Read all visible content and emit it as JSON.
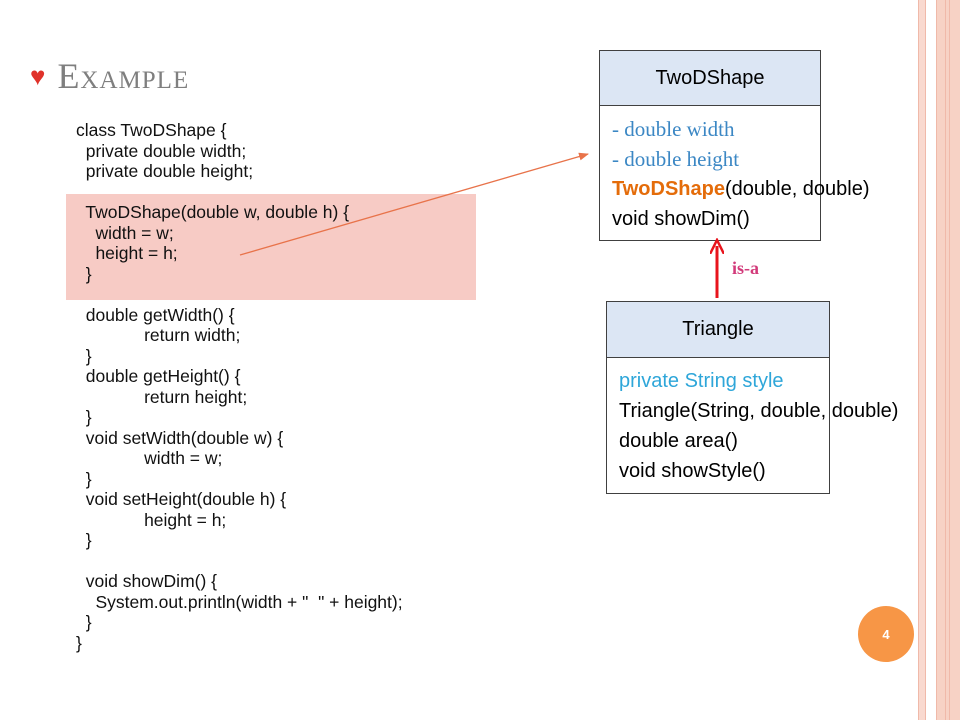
{
  "slide": {
    "title": "Example",
    "page_number": "4"
  },
  "code": {
    "lines": [
      "class TwoDShape {",
      "  private double width;",
      "  private double height;",
      "",
      "  TwoDShape(double w, double h) {",
      "    width = w;",
      "    height = h;",
      "  }",
      "",
      "  double getWidth() {",
      "              return width;",
      "  }",
      "  double getHeight() {",
      "              return height;",
      "  }",
      "  void setWidth(double w) {",
      "              width = w;",
      "  }",
      "  void setHeight(double h) {",
      "              height = h;",
      "  }",
      "",
      "  void showDim() {",
      "    System.out.println(width + \"  \" + height);",
      "  }",
      "}"
    ]
  },
  "uml": {
    "twodshape": {
      "name": "TwoDShape",
      "attr1": "- double width",
      "attr2": "- double height",
      "ctor_name": "TwoDShape",
      "ctor_params": "(double, double)",
      "method": "void showDim()"
    },
    "triangle": {
      "name": "Triangle",
      "attr": "private String style",
      "ctor": "Triangle(String, double, double)",
      "method1": "double area()",
      "method2": "void  showStyle()"
    },
    "relation_label": "is-a"
  },
  "colors": {
    "heart": "#e0322a",
    "header_fill": "#dce6f4",
    "highlight": "#f7cbc5",
    "arrow_line": "#e8734a",
    "inherit_arrow": "#e8141c",
    "page_badge": "#f79646"
  }
}
